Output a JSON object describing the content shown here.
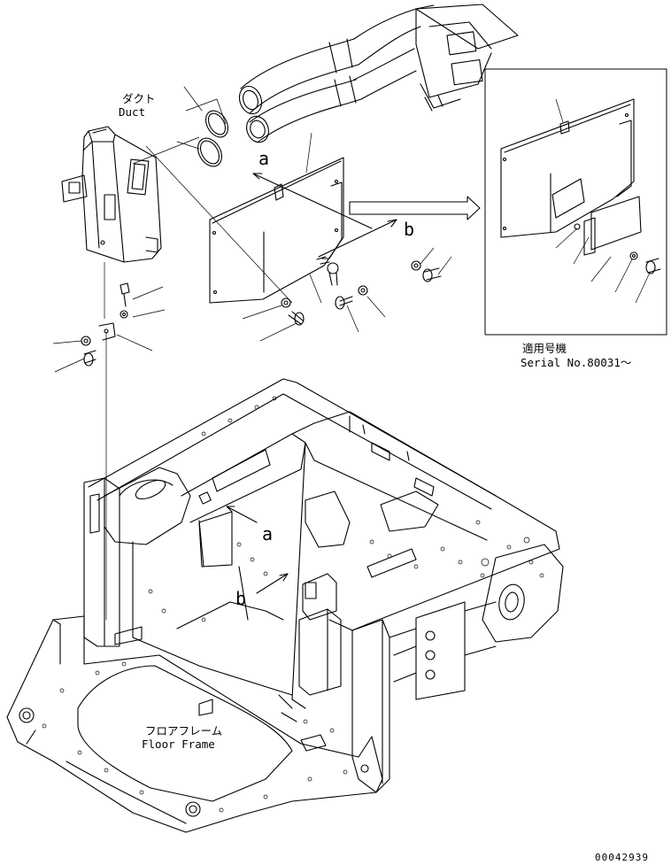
{
  "labels": {
    "duct_jp": "ダクト",
    "duct_en": "Duct",
    "floor_jp": "フロアフレーム",
    "floor_en": "Floor Frame",
    "serial_jp": "適用号機",
    "serial_en": "Serial No.80031～",
    "view_a": "a",
    "view_b": "b",
    "drawing_code": "00042939"
  }
}
